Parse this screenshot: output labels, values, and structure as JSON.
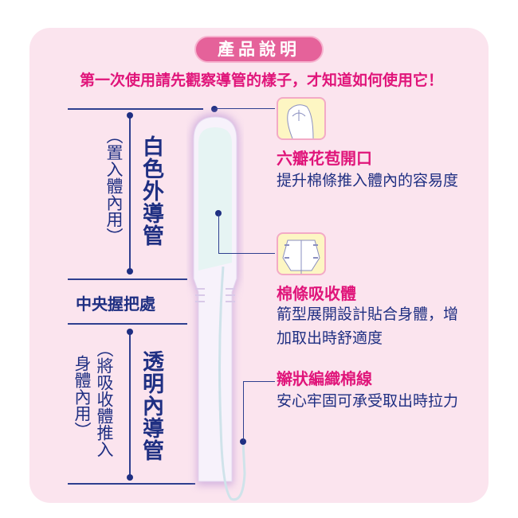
{
  "title": "產品說明",
  "subtitle": "第一次使用請先觀察導管的樣子，才知道如何使用它！",
  "left": {
    "outer_tube": "白色外導管",
    "outer_tube_note": "（置入體內用）",
    "grip": "中央握把處",
    "inner_tube": "透明內導管",
    "inner_tube_note_1": "（將吸收體推入",
    "inner_tube_note_2": "身體內用）"
  },
  "features": [
    {
      "icon": "six-petal-tip-icon",
      "title": "六瓣花苞開口",
      "desc": "提升棉條推入體內的容易度"
    },
    {
      "icon": "absorbent-core-icon",
      "title": "棉條吸收體",
      "desc": "箭型展開設計貼合身體，增加取出時舒適度"
    },
    {
      "title": "辮狀編織棉線",
      "desc": "安心牢固可承受取出時拉力"
    }
  ],
  "colors": {
    "accent": "#e0157a",
    "navy": "#1f2f82",
    "panel": "#fbe4ee"
  }
}
